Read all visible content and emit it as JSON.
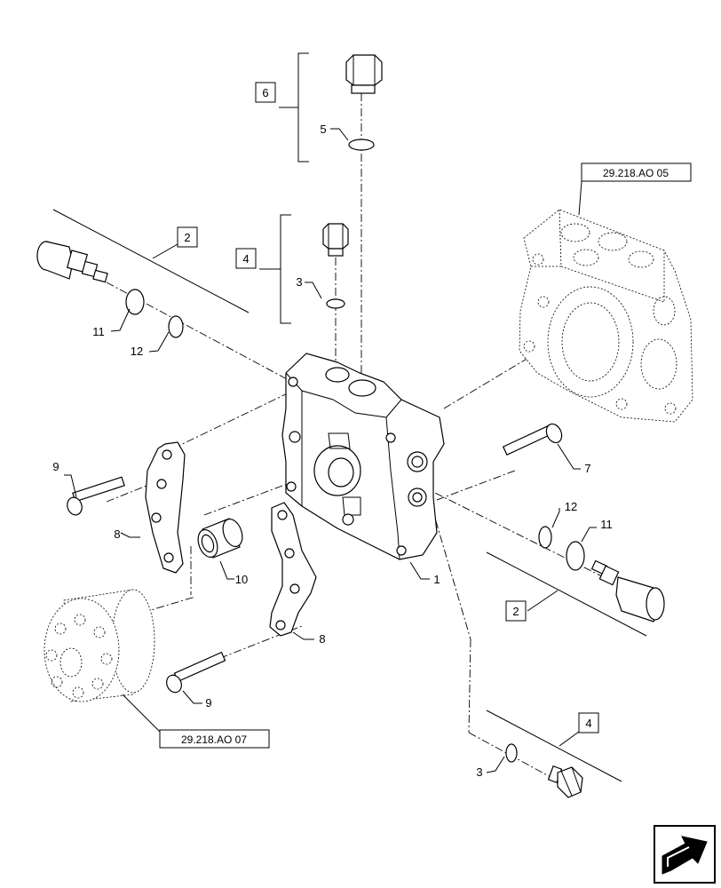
{
  "callouts": {
    "c1": "1",
    "c3a": "3",
    "c3b": "3",
    "c5": "5",
    "c7": "7",
    "c8a": "8",
    "c8b": "8",
    "c9a": "9",
    "c9b": "9",
    "c10": "10",
    "c11a": "11",
    "c11b": "11",
    "c12a": "12",
    "c12b": "12"
  },
  "kits": {
    "k6": "6",
    "k4a": "4",
    "k4b": "4",
    "k2a": "2",
    "k2b": "2"
  },
  "refs": {
    "ref_top": "29.218.AO 05",
    "ref_bottom": "29.218.AO 07"
  },
  "icons": {
    "nav": "navigation-arrow-icon"
  }
}
